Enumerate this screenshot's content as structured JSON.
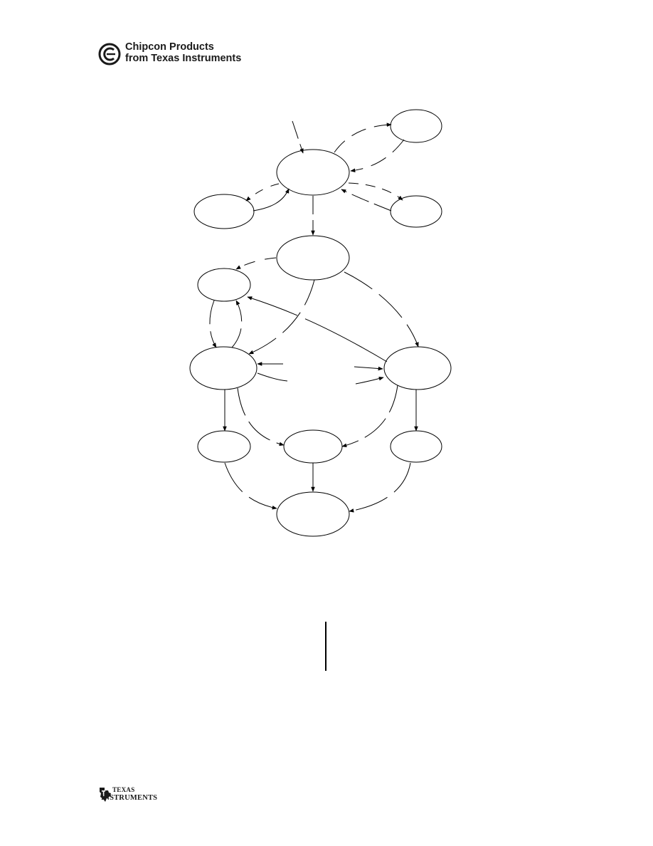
{
  "header": {
    "brand_line1": "Chipcon Products",
    "brand_line2": "from Texas Instruments",
    "logo_icon": "chipcon-c-icon"
  },
  "footer": {
    "ti_line1": "TEXAS",
    "ti_line2": "INSTRUMENTS",
    "ti_icon": "texas-state-icon"
  },
  "diagram": {
    "type": "state-diagram",
    "node_labels_visible": false,
    "nodes": [
      "top-right",
      "top-center",
      "left-small",
      "right-small",
      "middle-center",
      "left-upper",
      "left-main",
      "right-main",
      "bottom-left",
      "bottom-center",
      "bottom-right",
      "bottom-final"
    ]
  },
  "colors": {
    "ink": "#000000",
    "background": "#ffffff"
  }
}
